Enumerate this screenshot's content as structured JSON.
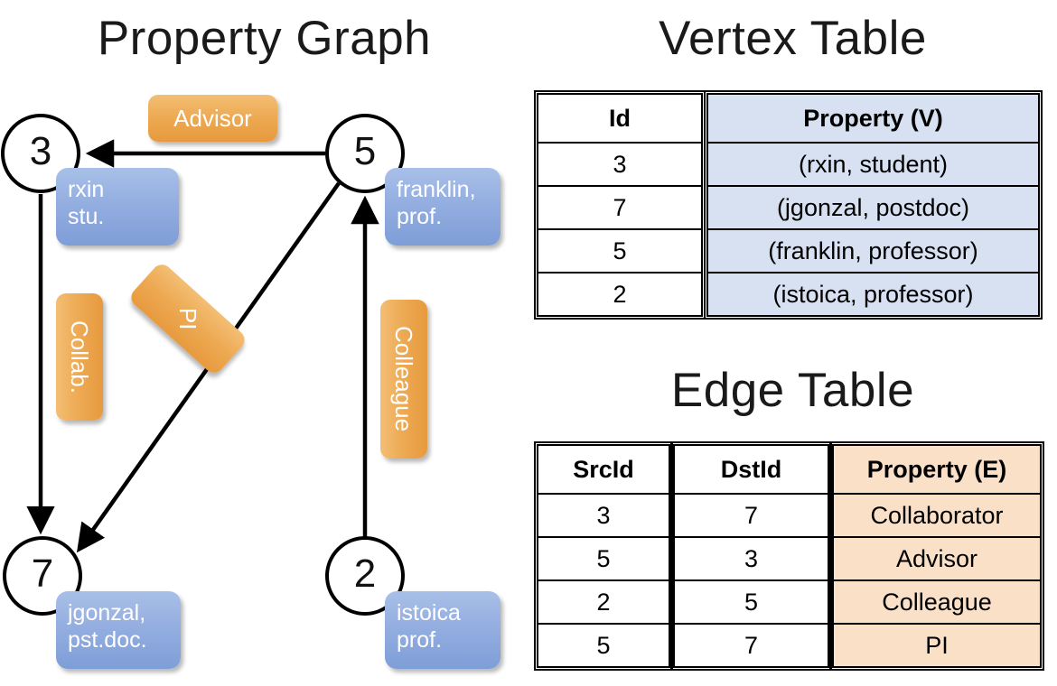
{
  "titles": {
    "property_graph": "Property Graph",
    "vertex_table": "Vertex Table",
    "edge_table": "Edge Table"
  },
  "graph": {
    "nodes": [
      {
        "id": "3",
        "property": "rxin\nstu."
      },
      {
        "id": "5",
        "property": "franklin,\nprof."
      },
      {
        "id": "7",
        "property": "jgonzal,\npst.doc."
      },
      {
        "id": "2",
        "property": "istoica\nprof."
      }
    ],
    "node_labels": {
      "n3": "3",
      "n5": "5",
      "n7": "7",
      "n2": "2"
    },
    "vertex_props": {
      "rxin_l1": "rxin",
      "rxin_l2": "stu.",
      "franklin_l1": "franklin,",
      "franklin_l2": "prof.",
      "jgonzal_l1": "jgonzal,",
      "jgonzal_l2": "pst.doc.",
      "istoica_l1": "istoica",
      "istoica_l2": "prof."
    },
    "edge_labels": {
      "advisor": "Advisor",
      "collab": "Collab.",
      "pi": "PI",
      "colleague": "Colleague"
    },
    "edges": [
      {
        "from": "5",
        "to": "3",
        "label": "Advisor"
      },
      {
        "from": "3",
        "to": "7",
        "label": "Collab."
      },
      {
        "from": "5",
        "to": "7",
        "label": "PI"
      },
      {
        "from": "2",
        "to": "5",
        "label": "Colleague"
      }
    ]
  },
  "vertex_table": {
    "headers": [
      "Id",
      "Property (V)"
    ],
    "rows": [
      {
        "id": "3",
        "property": "(rxin, student)"
      },
      {
        "id": "7",
        "property": "(jgonzal, postdoc)"
      },
      {
        "id": "5",
        "property": "(franklin, professor)"
      },
      {
        "id": "2",
        "property": "(istoica, professor)"
      }
    ]
  },
  "edge_table": {
    "headers": [
      "SrcId",
      "DstId",
      "Property (E)"
    ],
    "rows": [
      {
        "src": "3",
        "dst": "7",
        "property": "Collaborator"
      },
      {
        "src": "5",
        "dst": "3",
        "property": "Advisor"
      },
      {
        "src": "2",
        "dst": "5",
        "property": "Colleague"
      },
      {
        "src": "5",
        "dst": "7",
        "property": "PI"
      }
    ]
  },
  "colors": {
    "vertex_cell_blue": "#d7e1f2",
    "edge_cell_peach": "#fbe0c8",
    "node_bubble_blue": "#94aee0",
    "edge_bubble_orange": "#eda952",
    "stroke_black": "#000000",
    "background": "#ffffff"
  }
}
